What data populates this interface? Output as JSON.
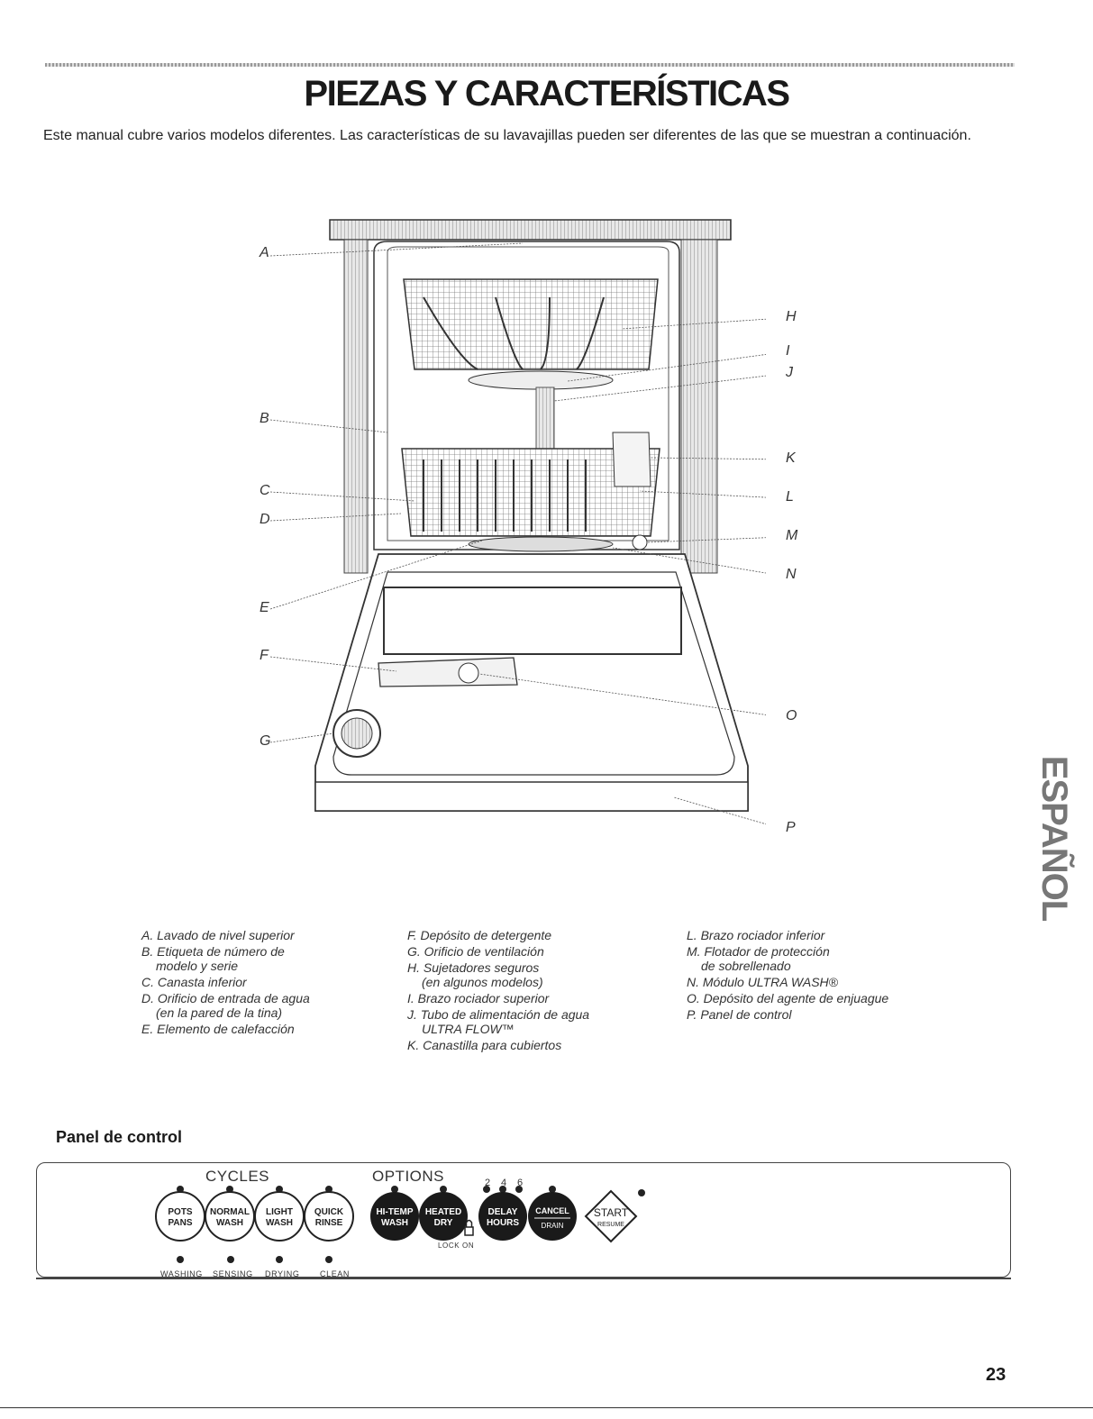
{
  "page": {
    "title": "PIEZAS Y CARACTERÍSTICAS",
    "intro": "Este manual cubre varios modelos diferentes. Las características de su lavavajillas pueden ser diferentes de las que se muestran a continuación.",
    "side_tab": "ESPAÑOL",
    "page_number": "23"
  },
  "diagram": {
    "callouts": [
      "A",
      "B",
      "C",
      "D",
      "E",
      "F",
      "G",
      "H",
      "I",
      "J",
      "K",
      "L",
      "M",
      "N",
      "O",
      "P"
    ]
  },
  "legend": {
    "col1": [
      {
        "line": "A. Lavado de nivel superior"
      },
      {
        "line": "B. Etiqueta de número de",
        "cont": "modelo y serie"
      },
      {
        "line": "C. Canasta inferior"
      },
      {
        "line": "D. Orificio de entrada de agua",
        "cont": "(en la pared de la tina)"
      },
      {
        "line": "E. Elemento de calefacción"
      }
    ],
    "col2": [
      {
        "line": "F. Depósito de detergente"
      },
      {
        "line": "G. Orificio de ventilación"
      },
      {
        "line": "H. Sujetadores seguros",
        "cont": "(en algunos modelos)"
      },
      {
        "line": "I. Brazo rociador superior"
      },
      {
        "line": "J. Tubo de alimentación de agua",
        "cont": "ULTRA FLOW™"
      },
      {
        "line": "K. Canastilla para cubiertos"
      }
    ],
    "col3": [
      {
        "line": "L. Brazo rociador inferior"
      },
      {
        "line": "M. Flotador de protección",
        "cont": "de sobrellenado"
      },
      {
        "line": "N. Módulo ULTRA WASH®"
      },
      {
        "line": "O. Depósito del agente de enjuague"
      },
      {
        "line": "P. Panel de control"
      }
    ]
  },
  "control_panel": {
    "heading": "Panel de control",
    "cycles_label": "CYCLES",
    "options_label": "OPTIONS",
    "delay_numbers": [
      "2",
      "4",
      "6"
    ],
    "cycle_buttons": [
      {
        "line1": "POTS",
        "line2": "PANS"
      },
      {
        "line1": "NORMAL",
        "line2": "WASH"
      },
      {
        "line1": "LIGHT",
        "line2": "WASH"
      },
      {
        "line1": "QUICK",
        "line2": "RINSE"
      }
    ],
    "option_buttons": [
      {
        "line1": "HI-TEMP",
        "line2": "WASH"
      },
      {
        "line1": "HEATED",
        "line2": "DRY"
      },
      {
        "line1": "DELAY",
        "line2": "HOURS"
      },
      {
        "line1": "CANCEL",
        "line2": "DRAIN"
      }
    ],
    "start_button": {
      "line1": "START",
      "line2": "RESUME"
    },
    "lock_label": "LOCK ON",
    "status_lights": [
      "WASHING",
      "SENSING",
      "DRYING",
      "CLEAN"
    ]
  }
}
